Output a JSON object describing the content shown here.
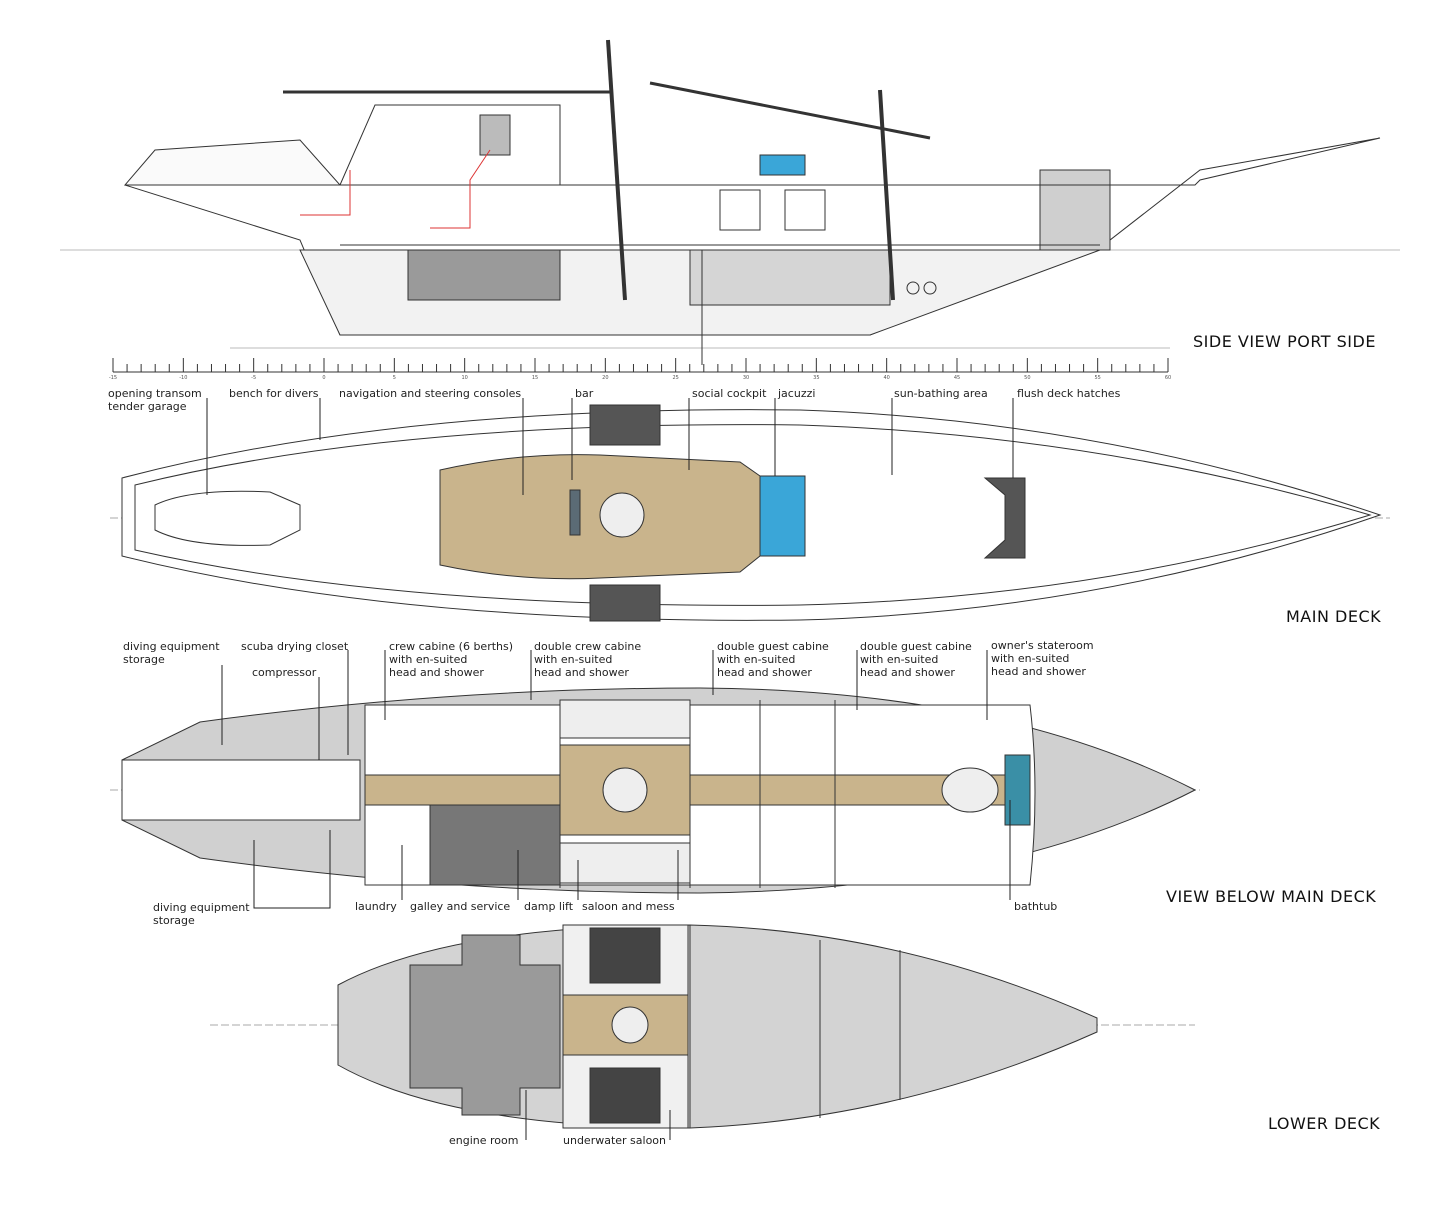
{
  "colors": {
    "tan": "#c9b48c",
    "grey": "#cfcfcf",
    "dark": "#8f8f8f",
    "water": "#3aa6d8",
    "line": "#333333"
  },
  "titles": {
    "side_view": "SIDE VIEW PORT SIDE",
    "main_deck": "MAIN DECK",
    "below_main": "VIEW BELOW MAIN DECK",
    "lower_deck": "LOWER DECK"
  },
  "scale_ticks": [
    "-15",
    "-10",
    "-5",
    "0",
    "5",
    "10",
    "15",
    "20",
    "25",
    "30",
    "35",
    "40",
    "45",
    "50",
    "55",
    "60"
  ],
  "main_deck_labels": [
    "opening transom\ntender garage",
    "bench for divers",
    "navigation and steering consoles",
    "bar",
    "social cockpit",
    "jacuzzi",
    "sun-bathing area",
    "flush deck hatches"
  ],
  "below_top_labels": [
    "diving equipment\nstorage",
    "scuba drying closet",
    "compressor",
    "crew cabine (6 berths)\nwith en-suited\nhead and shower",
    "double crew cabine\nwith en-suited\nhead and shower",
    "double guest cabine\nwith en-suited\nhead and shower",
    "double guest cabine\nwith en-suited\nhead and shower",
    "owner's stateroom\nwith en-suited\nhead and shower"
  ],
  "below_bottom_labels": [
    "diving equipment\nstorage",
    "laundry",
    "galley and service",
    "damp lift",
    "saloon and mess",
    "bathtub"
  ],
  "lower_labels": [
    "engine room",
    "underwater saloon"
  ]
}
